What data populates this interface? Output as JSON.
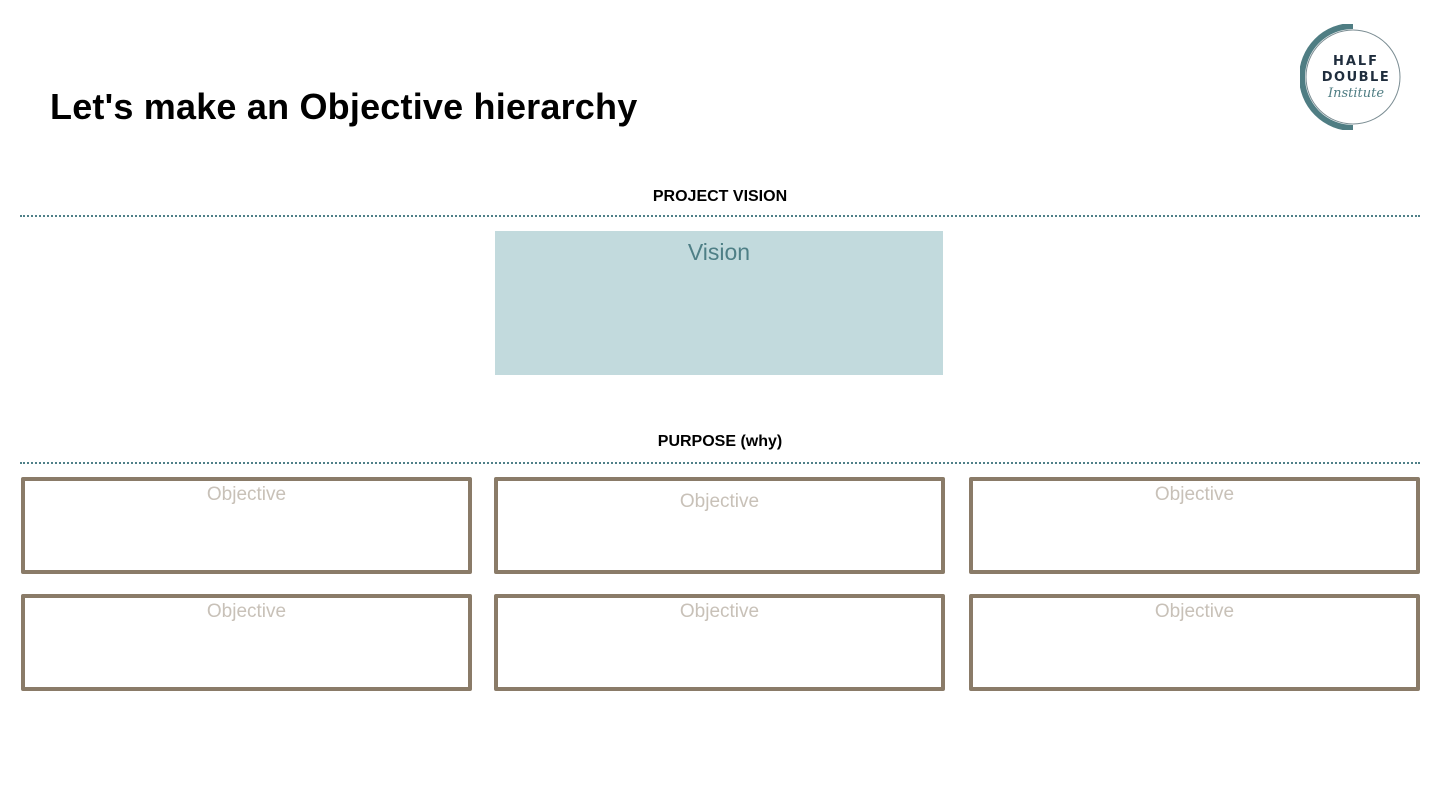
{
  "title": "Let's make an Objective hierarchy",
  "logo": {
    "line1": "HALF",
    "line2": "DOUBLE",
    "line3": "Institute",
    "ring_color": "#4f7d83",
    "text_color": "#1f2d3d",
    "script_color": "#4f7d83"
  },
  "sections": {
    "vision_label": "PROJECT VISION",
    "purpose_label": "PURPOSE (why)"
  },
  "vision": {
    "placeholder": "Vision",
    "fill_color": "#c2dadd",
    "text_color": "#4e7f86"
  },
  "objectives": [
    "Objective",
    "Objective",
    "Objective",
    "Objective",
    "Objective",
    "Objective"
  ],
  "colors": {
    "divider": "#4f8088",
    "objective_border": "#8a7b68",
    "objective_text": "#c8c1b8"
  }
}
